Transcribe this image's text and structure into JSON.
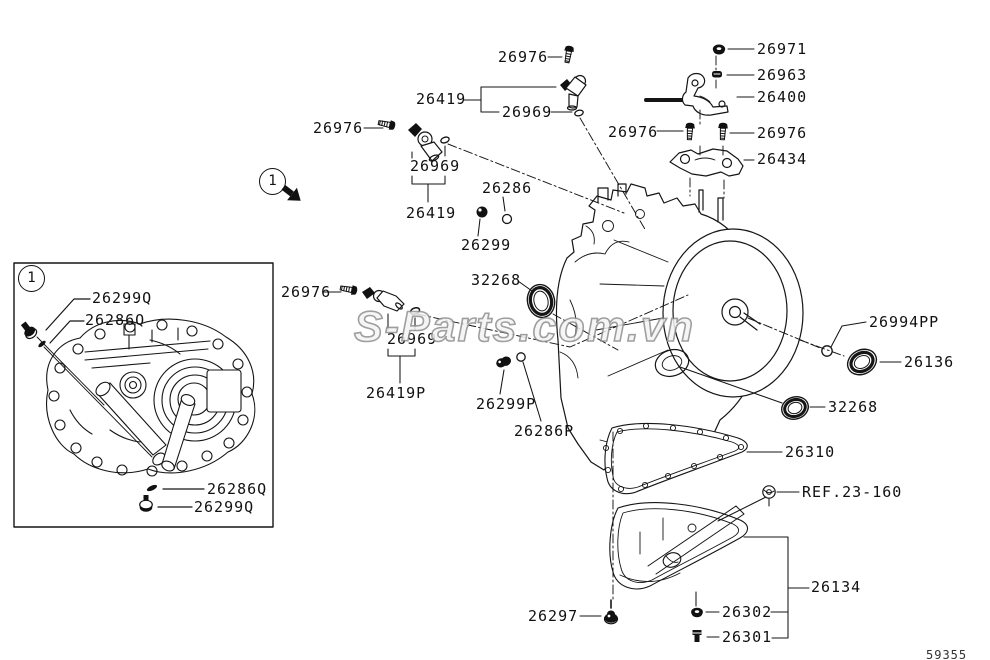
{
  "figure": {
    "watermark": "S-Parts.com.vn",
    "doc_code": "59355",
    "view_marker": "1",
    "inset_marker": "1"
  },
  "parts": [
    {
      "label": "26976"
    },
    {
      "label": "26971"
    },
    {
      "label": "26963"
    },
    {
      "label": "26400"
    },
    {
      "label": "26419"
    },
    {
      "label": "26969"
    },
    {
      "label": "26976"
    },
    {
      "label": "26976"
    },
    {
      "label": "26976"
    },
    {
      "label": "26434"
    },
    {
      "label": "26969"
    },
    {
      "label": "26286"
    },
    {
      "label": "26419"
    },
    {
      "label": "26299"
    },
    {
      "label": "32268"
    },
    {
      "label": "26976"
    },
    {
      "label": "26969"
    },
    {
      "label": "26419P"
    },
    {
      "label": "26299P"
    },
    {
      "label": "26286P"
    },
    {
      "label": "26994PP"
    },
    {
      "label": "26136"
    },
    {
      "label": "32268"
    },
    {
      "label": "26310"
    },
    {
      "label": "REF.23-160"
    },
    {
      "label": "26134"
    },
    {
      "label": "26302"
    },
    {
      "label": "26301"
    },
    {
      "label": "26297"
    },
    {
      "label": "26299Q"
    },
    {
      "label": "26286Q"
    },
    {
      "label": "26286Q"
    },
    {
      "label": "26299Q"
    }
  ]
}
